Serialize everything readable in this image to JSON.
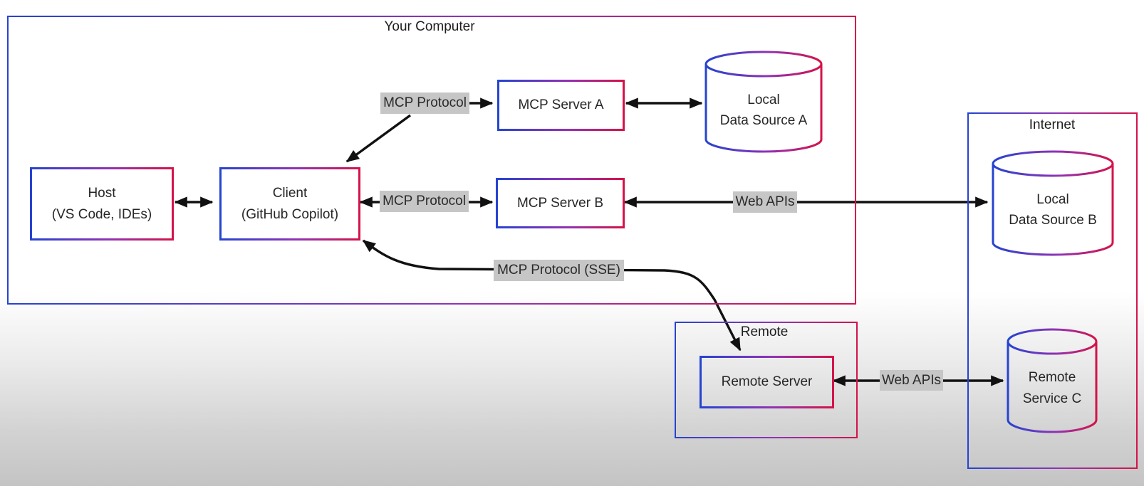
{
  "groups": {
    "your_computer": {
      "label": "Your Computer"
    },
    "internet": {
      "label": "Internet"
    },
    "remote": {
      "label": "Remote"
    }
  },
  "nodes": {
    "host": {
      "line1": "Host",
      "line2": "(VS Code, IDEs)"
    },
    "client": {
      "line1": "Client",
      "line2": "(GitHub Copilot)"
    },
    "mcp_server_a": {
      "label": "MCP Server A"
    },
    "mcp_server_b": {
      "label": "MCP Server B"
    },
    "remote_server": {
      "label": "Remote Server"
    },
    "local_data_source_a": {
      "line1": "Local",
      "line2": "Data Source A"
    },
    "local_data_source_b": {
      "line1": "Local",
      "line2": "Data Source B"
    },
    "remote_service_c": {
      "line1": "Remote",
      "line2": "Service C"
    }
  },
  "edge_labels": {
    "mcp_protocol_a": "MCP Protocol",
    "mcp_protocol_b": "MCP Protocol",
    "mcp_protocol_sse": "MCP Protocol (SSE)",
    "web_apis_b": "Web APIs",
    "web_apis_c": "Web APIs"
  },
  "colors": {
    "gradient_blue": "#2544d0",
    "gradient_purple": "#9232b4",
    "gradient_red": "#d41349",
    "arrow_black": "#111111",
    "edge_label_bg": "#c6c6c6",
    "text": "#222222"
  }
}
